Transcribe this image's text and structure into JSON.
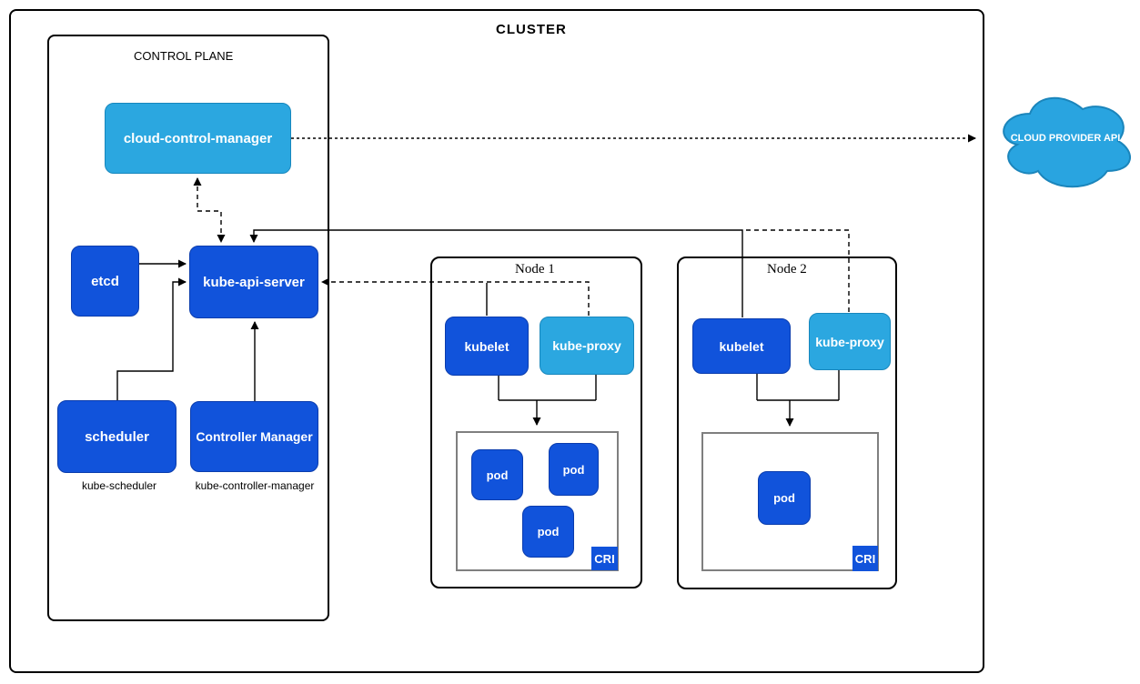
{
  "cluster": {
    "title": "CLUSTER"
  },
  "control_plane": {
    "title": "CONTROL PLANE",
    "cloud_control_manager": {
      "label": "cloud-control-manager"
    },
    "etcd": {
      "label": "etcd"
    },
    "kube_api_server": {
      "label": "kube-api-server"
    },
    "scheduler": {
      "label": "scheduler",
      "caption": "kube-scheduler"
    },
    "controller_manager": {
      "label": "Controller Manager",
      "caption": "kube-controller-manager"
    }
  },
  "nodes": [
    {
      "title": "Node 1",
      "kubelet": "kubelet",
      "kube_proxy": "kube-proxy",
      "cri_label": "CRI",
      "pods": [
        "pod",
        "pod",
        "pod"
      ]
    },
    {
      "title": "Node 2",
      "kubelet": "kubelet",
      "kube_proxy": "kube-proxy",
      "cri_label": "CRI",
      "pods": [
        "pod"
      ]
    }
  ],
  "external": {
    "cloud_provider_api": "CLOUD PROVIDER API"
  },
  "colors": {
    "primary_blue": "#1153db",
    "primary_blue_border": "#0a3cad",
    "light_blue": "#2ba7e0",
    "light_blue_border": "#1787bd",
    "cloud_fill": "#29a4e0",
    "cloud_border": "#1b85bb",
    "line_color": "#000000",
    "cri_border": "#7f7f7f"
  }
}
